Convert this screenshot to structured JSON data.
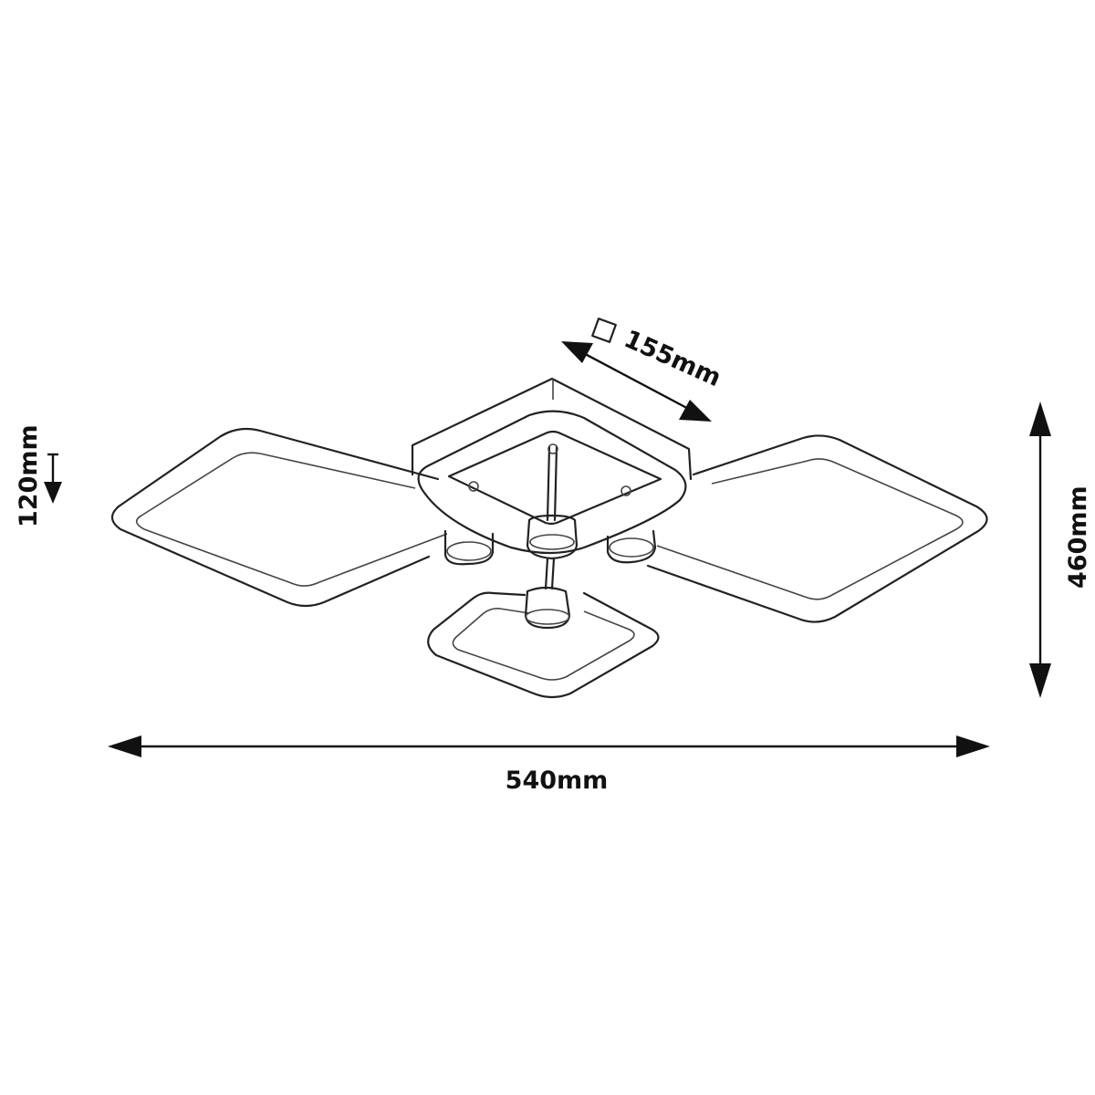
{
  "title": "Ceiling lamp dimension drawing",
  "dimensions": {
    "height_top": "120mm",
    "canopy_side": "155mm",
    "depth": "460mm",
    "width": "540mm"
  },
  "colors": {
    "line": "#111111",
    "background": "#ffffff"
  }
}
